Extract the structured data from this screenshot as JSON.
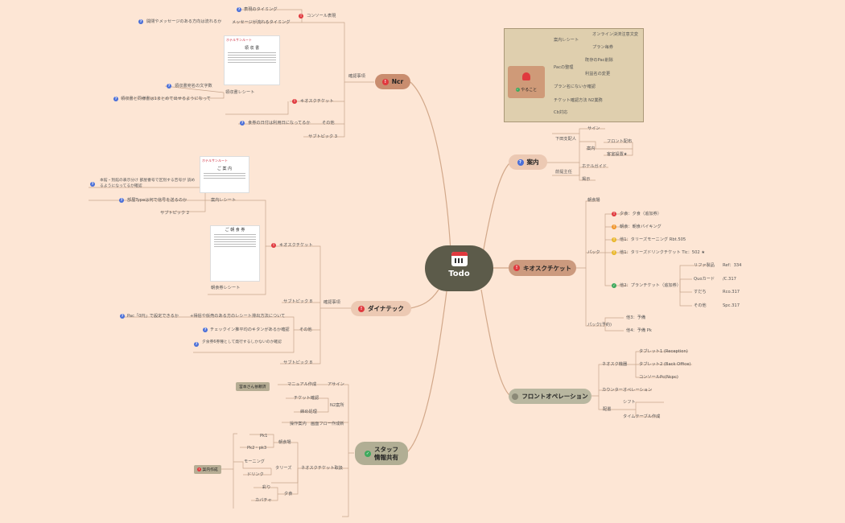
{
  "central": {
    "label": "Todo"
  },
  "topics": {
    "ncr": "Ncr",
    "annai": "案内",
    "kiosk": "キオスクチケット",
    "front": "フロントオペレーション",
    "dynatech": "ダイナテック",
    "staff_line1": "スタッフ",
    "staff_line2": "情報共有"
  },
  "ncr": {
    "kakunin": "確認事項",
    "console": "コンソール表現",
    "console_1": "表現のタイミング",
    "console_2": "メッセージが流れるタイミング",
    "console_3": "開閉やメッセージのある方向は流れるか",
    "kiosk": "キオスクチケット",
    "receipt_label": "領収書レシート",
    "receipt_1": "領収書宛名の文字数",
    "receipt_2": "領収書と同様書は1まとめて出せるようになって",
    "sonota": "その他",
    "sonota_1": "食券の日付は利用日になってるか",
    "subtopic3": "サブトピック 3",
    "receipt_img_header": "ホテルサンルート",
    "receipt_img_title": "領 収 書"
  },
  "dynatech": {
    "kakunin": "確認事項",
    "kiosk": "キオスクチケット",
    "annai_receipt": "案内レシート",
    "annai_1": "本館・別館の表示分け 部屋番号で区別する否号が 読めるようになってるか確認",
    "annai_2": "部屋Typeは何で信号を送るのか",
    "subtopic2": "サブトピック 2",
    "shinsatsu": "朝食券レシート",
    "subtopic_8a": "サブトピック 8",
    "sonota": "その他",
    "sonota_1": "Pac「0円」で設定できるか",
    "sonota_2": "+得俗や仮売のある方のレシート排出方法について",
    "sonota_3": "チェックイン推平均のキタンがあるか確認",
    "sonota_4": "夕食券6券種として発行するしかないのか確認",
    "subtopic_8b": "サブトピック 8",
    "receipt_img_title": "ご 案 内",
    "receipt_img2_title": "ご 朝 食 券"
  },
  "staff": {
    "manual": "マニュアル作成",
    "assign": "アサイン",
    "tag_owner": "宮本さん依頼済",
    "ticket_kakunin": "チケット確認",
    "n2": "N2案所",
    "shime": "締め処理",
    "sousa": "操作案内　画面フロー作成新",
    "pk1": "Pk1",
    "pk2": "Pk2・pk3",
    "choshoku": "朝食場",
    "morning": "モーニング",
    "drink": "ドリンク",
    "tapas": "タリーズ",
    "kiosk_ticket": "ネオスクチケット取扱",
    "mori": "彩り",
    "kabacha": "カバチャ",
    "yushoku": "夕食",
    "tag_annai": "案内作成"
  },
  "annai": {
    "shimoda": "下田支配人",
    "sign": "サイン",
    "annai": "案内",
    "front_haifu": "フロント配布",
    "heya_haichi": "客室設置★",
    "hotel_guide": "ホテルガイド",
    "mitsumori": "前提主任",
    "keiji": "掲示"
  },
  "kiosk": {
    "choshoku_jo": "朝食場",
    "pack": "パック",
    "pack_yoyaku": "パック(予約)",
    "item1": "夕食：夕食（追加券）",
    "item2": "朝食：朝食バイキング",
    "item3": "他1：タリーズモーニング Rbt.505",
    "item4": "他1：タリーズドリンクチケット Tic：502 ★",
    "item5": "他2：プランチケット（追加券）",
    "refill": "リファ製品",
    "refill_code": "Ref：334",
    "quo": "Quoカード",
    "quo_code": "/C.317",
    "sucha": "すだち",
    "sucha_code": "Rco.317",
    "sonota": "その他",
    "sonota_code": "Spc.317",
    "other3": "他3：予備",
    "other4": "他4：予備 Pk"
  },
  "front": {
    "kiosk_kiki": "ネオスク機器",
    "tab1": "タブレット1 (Reception)",
    "tab2": "タブレット2 (Back Office)",
    "console": "コンソールPc(Ncpc)",
    "counter": "カウンターオペレーション",
    "shift": "シフト",
    "haichi": "配置",
    "timetable": "タイムテーブル作成"
  },
  "panel": {
    "yarukoto": "やること",
    "annai_receipt": "案内レシート",
    "online": "オンライン決済注意文変",
    "plan": "プラン毎券",
    "pac": "Pacの整理",
    "pac_1": "既存のPac削除",
    "pac_2": "利益名の変更",
    "plan_nai": "プラン名にないか確認",
    "ticket_kakunin": "チケット確認方法 N2業務",
    "cb": "Cb対応"
  },
  "colors": {
    "background": "#fde6d5",
    "central": "#5c5b4a",
    "branch": "#c9a183"
  }
}
